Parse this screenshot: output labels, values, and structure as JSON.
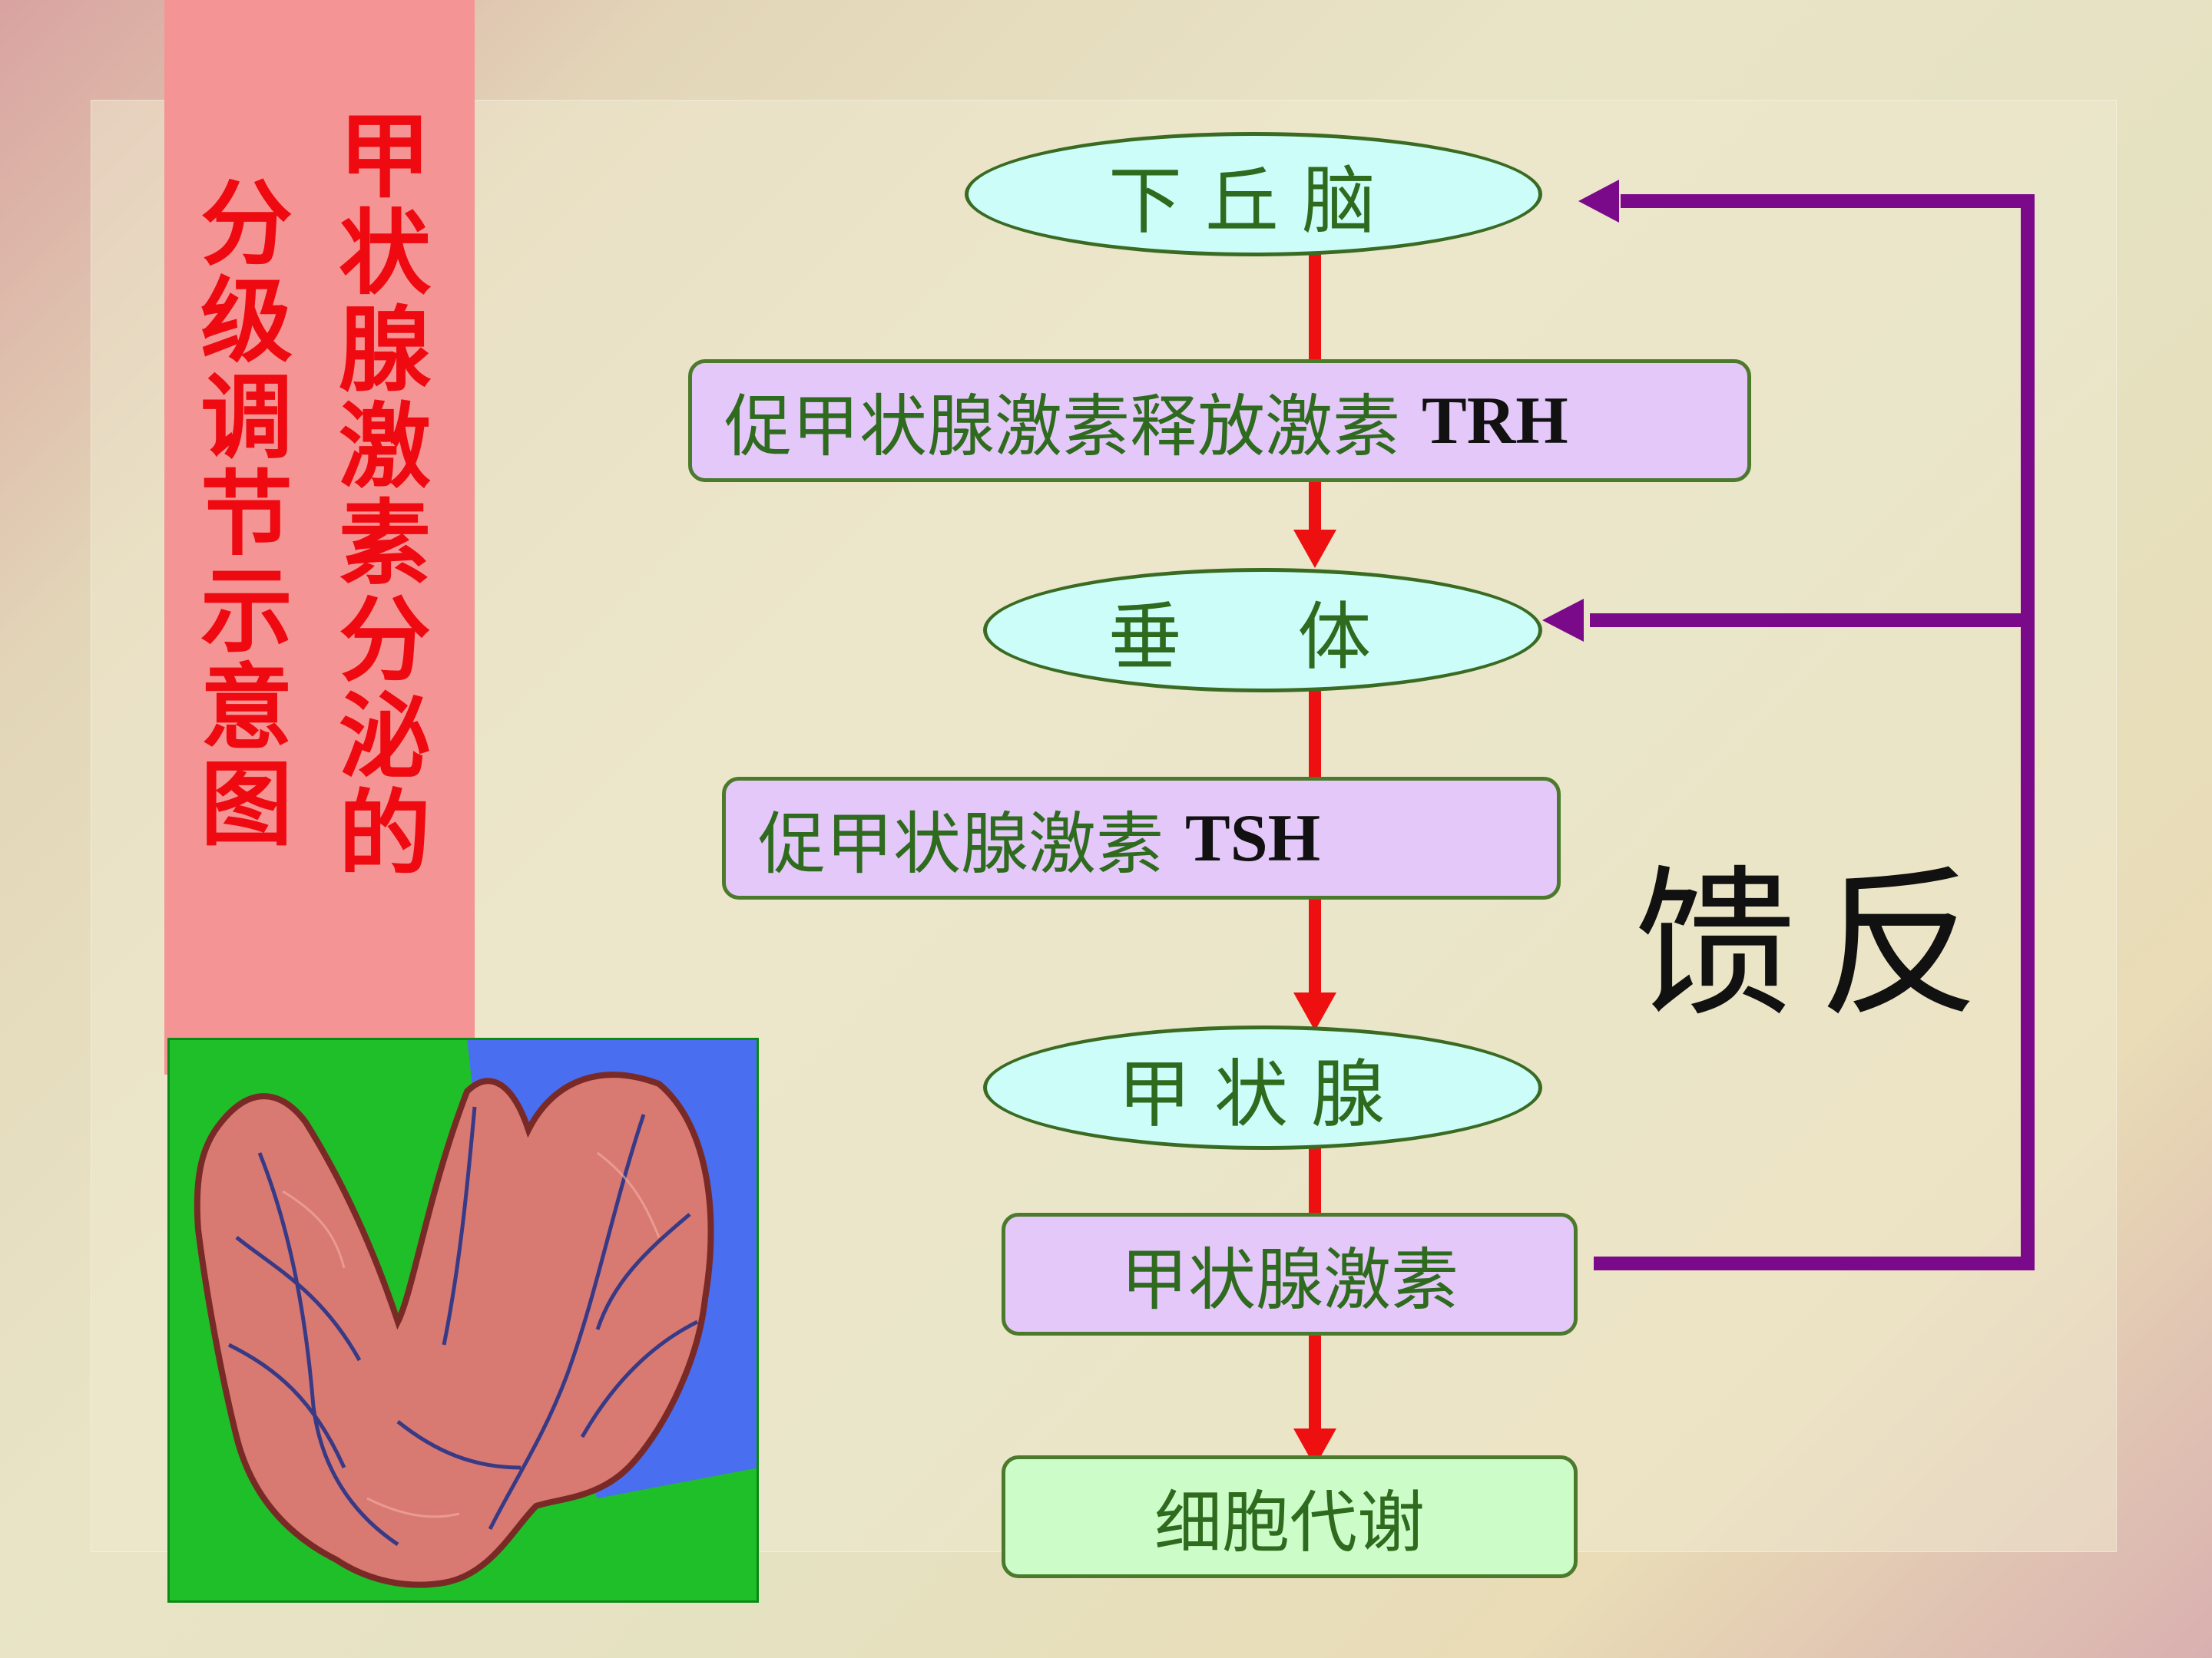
{
  "title": {
    "line1": "甲状腺激素分泌的",
    "line2": "分级调节示意图"
  },
  "nodes": {
    "hypothalamus": "下丘脑",
    "trh_text": "促甲状腺激素释放激素",
    "trh_abbr": "TRH",
    "pituitary": "垂 体",
    "tsh_text": "促甲状腺激素",
    "tsh_abbr": "TSH",
    "thyroid": "甲状腺",
    "thyroid_hormone": "甲状腺激素",
    "metabolism": "细胞代谢"
  },
  "feedback_label": "馈反",
  "colors": {
    "title_bg": "#f59494",
    "title_text": "#ee0a10",
    "ellipse_fill": "#ccfdf9",
    "box_fill": "#e4c8f9",
    "metabolism_fill": "#ccfdc8",
    "node_text": "#2f6b1e",
    "down_arrow": "#ee1010",
    "feedback_arrow": "#7b0a8a"
  },
  "icons": [
    "thyroid-gland-illustration",
    "down-arrow",
    "feedback-arrow"
  ]
}
